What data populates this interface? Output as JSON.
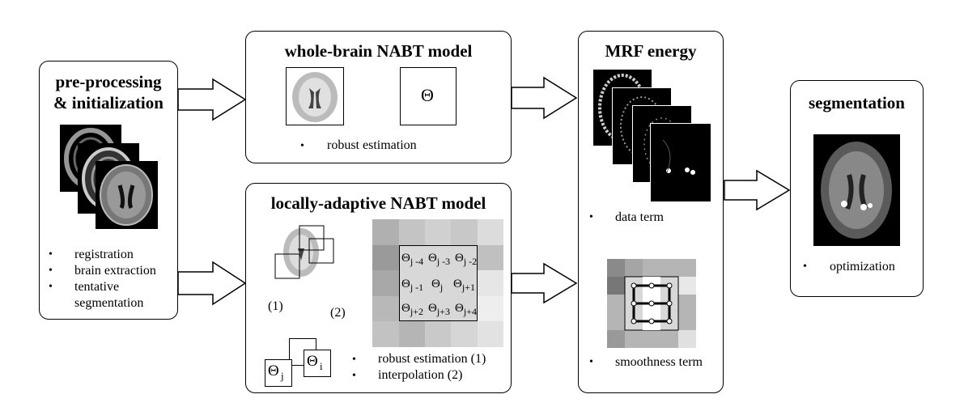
{
  "preprocessing": {
    "title_line1": "pre-processing",
    "title_line2": "& initialization",
    "bullets": [
      "registration",
      "brain extraction",
      "tentative",
      "segmentation"
    ]
  },
  "whole_brain": {
    "title": "whole-brain NABT model",
    "theta": "Θ",
    "bullet": "robust estimation"
  },
  "local": {
    "title": "locally-adaptive NABT model",
    "step1": "(1)",
    "step2": "(2)",
    "theta_i": "Θ",
    "theta_i_sub": "i",
    "theta_j": "Θ",
    "theta_j_sub": "j",
    "grid_rows": [
      [
        {
          "t": "Θ",
          "s": "j -4"
        },
        {
          "t": "Θ",
          "s": "j -3"
        },
        {
          "t": "Θ",
          "s": "j -2"
        }
      ],
      [
        {
          "t": "Θ",
          "s": "j -1"
        },
        {
          "t": "Θ",
          "s": "j"
        },
        {
          "t": "Θ",
          "s": "j+1"
        }
      ],
      [
        {
          "t": "Θ",
          "s": "j+2"
        },
        {
          "t": "Θ",
          "s": "j+3"
        },
        {
          "t": "Θ",
          "s": "j+4"
        }
      ]
    ],
    "bullets": [
      "robust estimation (1)",
      "interpolation (2)"
    ]
  },
  "mrf": {
    "title": "MRF energy",
    "data_term": "data term",
    "smoothness_term": "smoothness term"
  },
  "segmentation": {
    "title": "segmentation",
    "bullet": "optimization"
  },
  "bullet_char": "•"
}
